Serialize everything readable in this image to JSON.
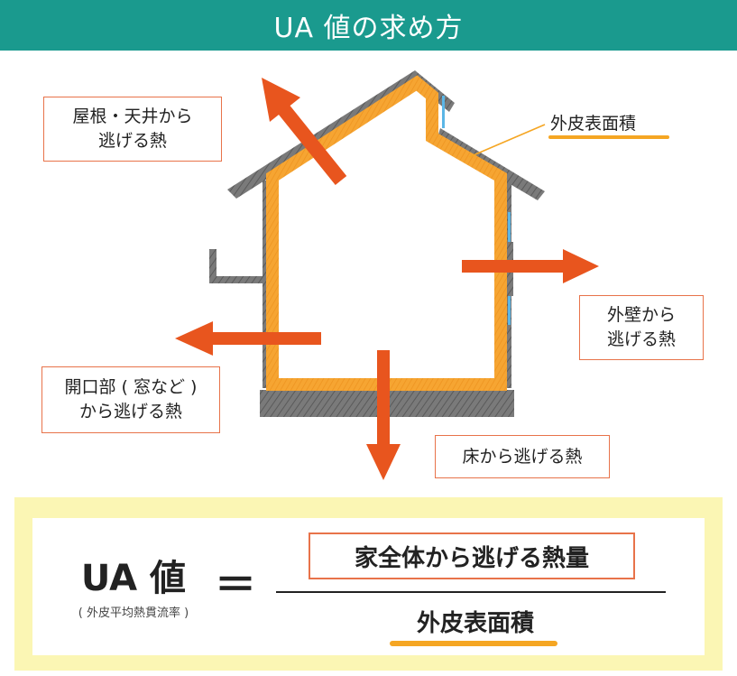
{
  "title": "UA 値の求め方",
  "labels": {
    "roof": [
      "屋根・天井から",
      "逃げる熱"
    ],
    "skin_area": "外皮表面積",
    "wall": [
      "外壁から",
      "逃げる熱"
    ],
    "opening": [
      "開口部 ( 窓など )",
      "から逃げる熱"
    ],
    "floor": "床から逃げる熱"
  },
  "formula": {
    "lhs": "UA 値",
    "lhs_sub": "( 外皮平均熱貫流率 )",
    "equals": "＝",
    "numerator": "家全体から逃げる熱量",
    "denominator": "外皮表面積"
  },
  "colors": {
    "title_bg": "#1a9a8e",
    "arrow": "#e8551e",
    "skin": "#f5a623",
    "structure": "#6e6e6e",
    "window": "#5bb6e6",
    "box_border": "#e8734a",
    "formula_bg": "#fbf6b4"
  }
}
